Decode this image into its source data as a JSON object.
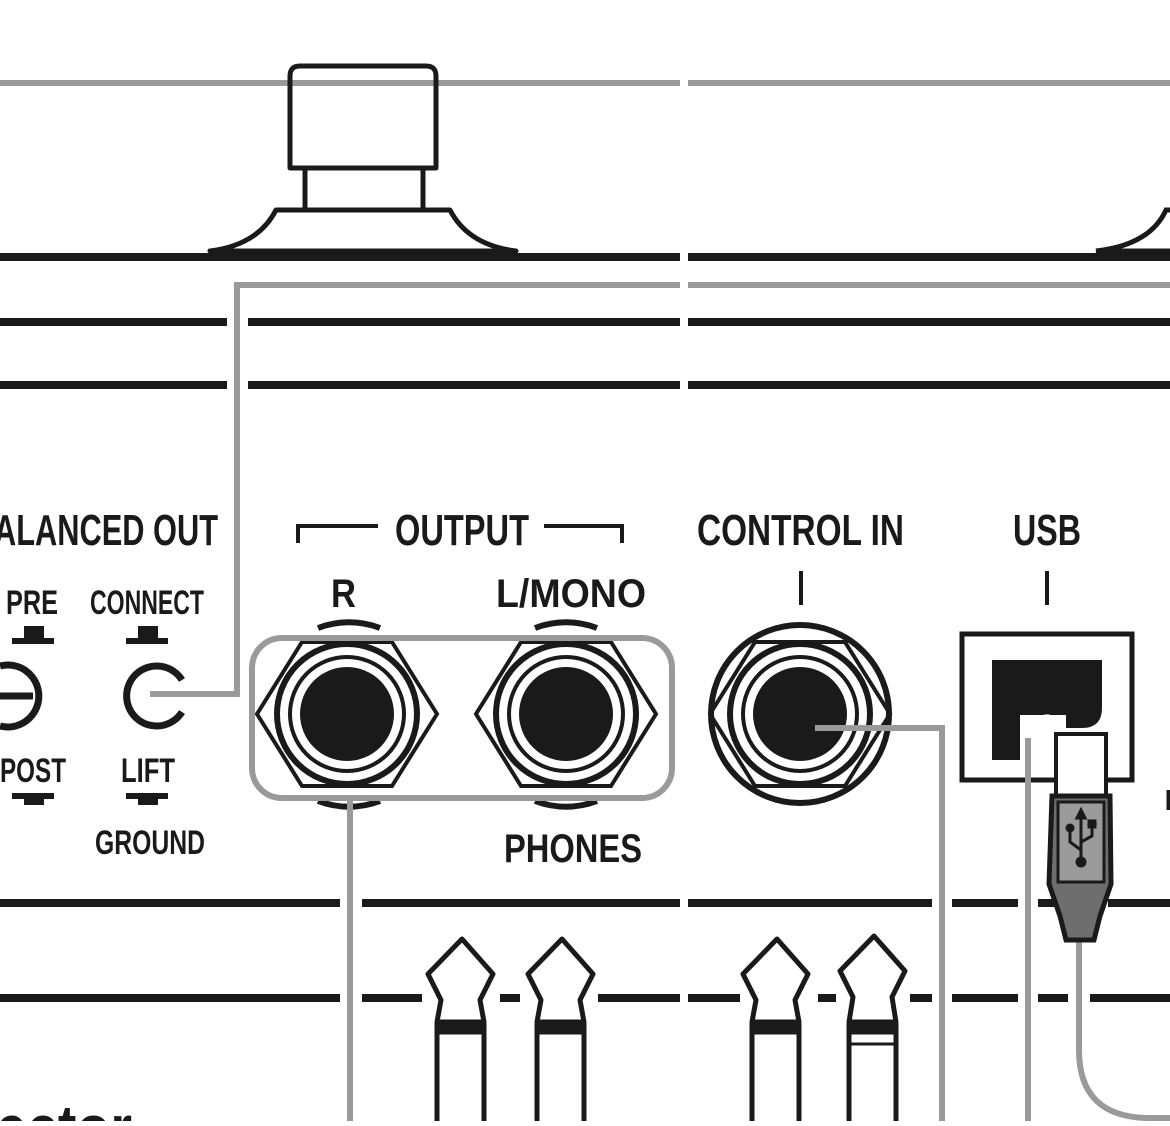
{
  "labels": {
    "balanced_out": "ALANCED OUT",
    "pre": "PRE",
    "post": "POST",
    "connect": "CONNECT",
    "lift": "LIFT",
    "ground": "GROUND",
    "output": "OUTPUT",
    "r": "R",
    "l_mono": "L/MONO",
    "phones": "PHONES",
    "control_in": "CONTROL IN",
    "usb": "USB",
    "connector_fragment": "ector"
  },
  "colors": {
    "ink": "#1a1a1a",
    "callout": "#9a9a9a",
    "background": "#ffffff"
  },
  "icons": [
    "usb-trident-icon"
  ]
}
